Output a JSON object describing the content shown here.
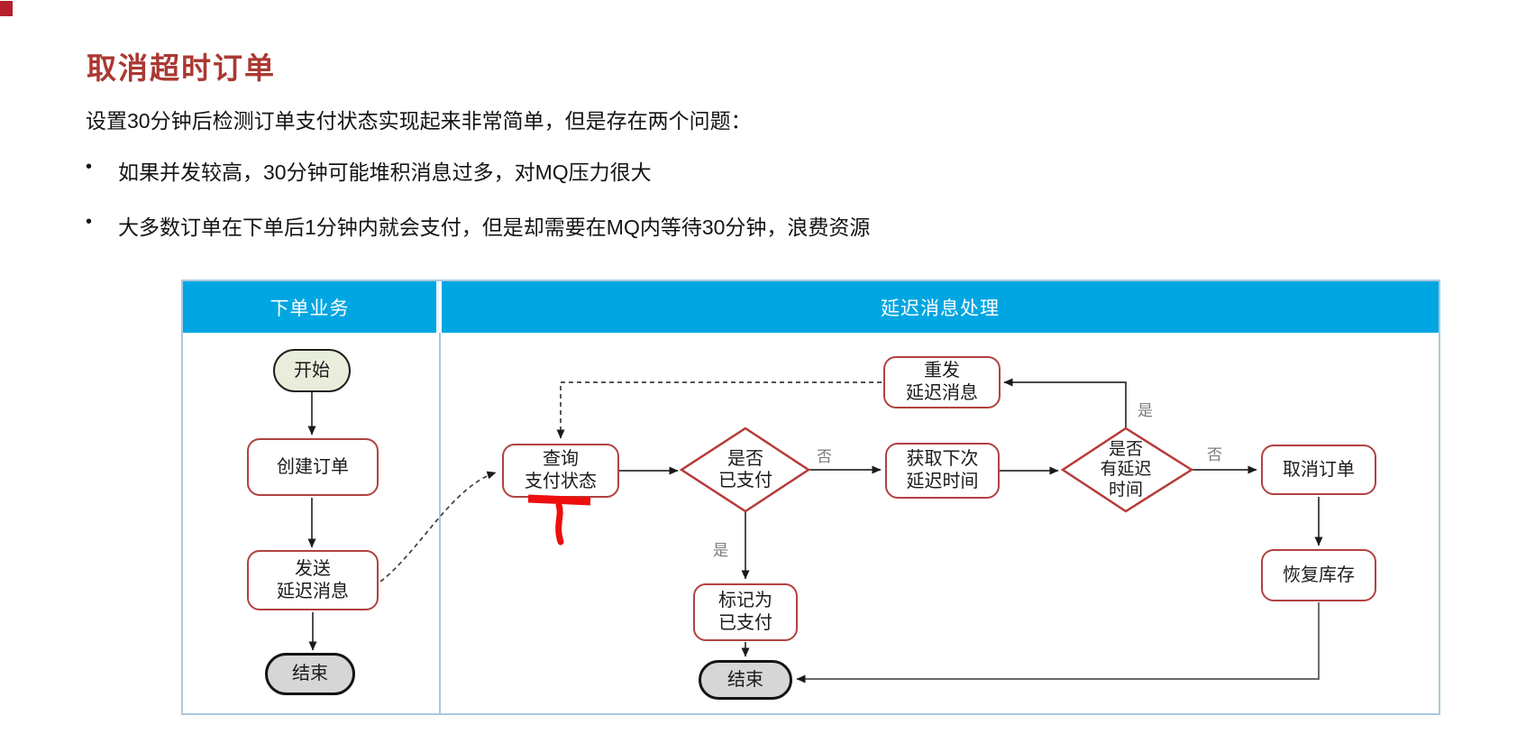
{
  "title": "取消超时订单",
  "intro": "设置30分钟后检测订单支付状态实现起来非常简单，但是存在两个问题：",
  "bullet_char": "•",
  "bullets": [
    "如果并发较高，30分钟可能堆积消息过多，对MQ压力很大",
    "大多数订单在下单后1分钟内就会支付，但是却需要在MQ内等待30分钟，浪费资源"
  ],
  "colors": {
    "accent": "#b5202a",
    "title_red": "#ab3832",
    "lane_header": "#00a6e2",
    "node_border": "#b04240",
    "start_fill": "#e9eedc",
    "end_fill": "#d6d6d6",
    "marker_red": "#ee0e0e"
  },
  "diagram": {
    "lanes": [
      {
        "title": "下单业务"
      },
      {
        "title": "延迟消息处理"
      }
    ],
    "nodes": {
      "start": {
        "label": "开始"
      },
      "create_order": {
        "label": "创建订单"
      },
      "send_delay_msg": {
        "label": "发送\n延迟消息"
      },
      "end_left": {
        "label": "结束"
      },
      "query_pay_status": {
        "label": "查询\n支付状态"
      },
      "is_paid": {
        "label": "是否\n已支付"
      },
      "mark_paid": {
        "label": "标记为\n已支付"
      },
      "end_right": {
        "label": "结束"
      },
      "get_next_delay": {
        "label": "获取下次\n延迟时间"
      },
      "has_delay": {
        "label": "是否\n有延迟\n时间"
      },
      "resend_delay_msg": {
        "label": "重发\n延迟消息"
      },
      "cancel_order": {
        "label": "取消订单"
      },
      "restore_stock": {
        "label": "恢复库存"
      }
    },
    "edge_labels": {
      "is_paid_no": "否",
      "is_paid_yes": "是",
      "has_delay_yes": "是",
      "has_delay_no": "否"
    }
  }
}
